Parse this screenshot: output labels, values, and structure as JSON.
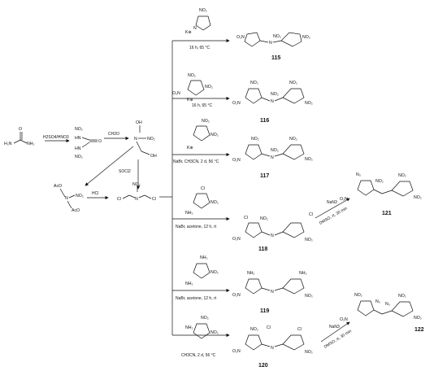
{
  "reagents": {
    "nitrating": "H2SO4/HNO3",
    "formaldehyde": "CH2O",
    "thionyl": "SOCl2",
    "hcl": "HCl"
  },
  "conditions": [
    "16 h, 65 °C",
    "16 h, 65 °C",
    "NaBr, CH3CN, 2 d, 56 °C",
    "NaBr, acetone, 12 h, rt",
    "NaBr, acetone, 12 h, rt",
    "CH3CN, 2 d, 56 °C"
  ],
  "compounds": [
    "115",
    "116",
    "117",
    "118",
    "119",
    "120",
    "121",
    "122"
  ],
  "azide_steps": [
    {
      "reagent": "NaN3",
      "conditions": "DMSO, rt, 30 min"
    },
    {
      "reagent": "NaN3",
      "conditions": "DMSO, rt, 30 min"
    }
  ]
}
